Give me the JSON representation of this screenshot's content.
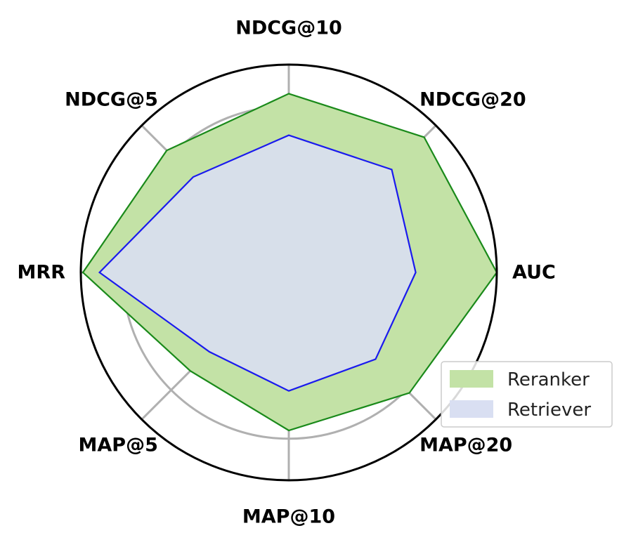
{
  "chart_data": {
    "type": "radar",
    "axes": [
      "NDCG@10",
      "NDCG@20",
      "AUC",
      "MAP@20",
      "MAP@10",
      "MAP@5",
      "MRR",
      "NDCG@5"
    ],
    "rlim": [
      0,
      1
    ],
    "grid": true,
    "legend_position": "lower-right",
    "series": [
      {
        "name": "Reranker",
        "values": [
          0.86,
          0.92,
          1.0,
          0.82,
          0.76,
          0.67,
          0.99,
          0.83
        ],
        "fill_color": "#c3e2a6",
        "line_color": "#1a8a1a"
      },
      {
        "name": "Retriever",
        "values": [
          0.66,
          0.7,
          0.61,
          0.59,
          0.57,
          0.54,
          0.91,
          0.65
        ],
        "fill_color": "#d9dff2",
        "line_color": "#1a1aee"
      }
    ]
  },
  "colors": {
    "grid": "#b0b0b0",
    "frame": "#000000"
  }
}
